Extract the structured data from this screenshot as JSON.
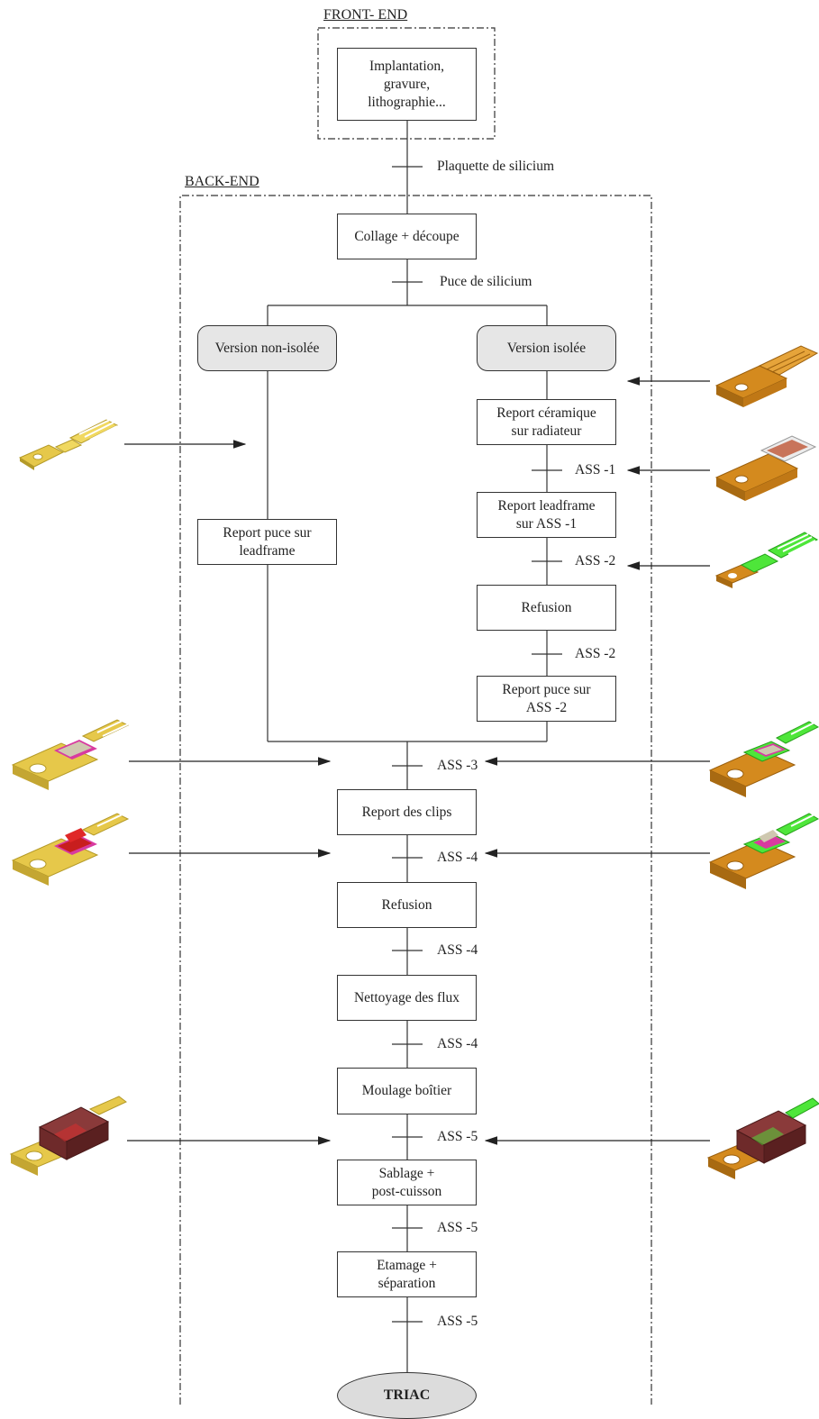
{
  "frames": {
    "front_end": "FRONT- END",
    "back_end": "BACK-END"
  },
  "steps": {
    "implant": "Implantation,\ngravure,\nlithographie...",
    "collage": "Collage + découpe",
    "non_isolee": "Version non-isolée",
    "isolee": "Version isolée",
    "report_ceramique": "Report céramique\nsur radiateur",
    "report_leadframe": "Report   leadframe\nsur  ASS -1",
    "refusion1": "Refusion",
    "report_puce_ass2": "Report puce sur\nASS -2",
    "report_puce_leadframe": "Report puce sur\nleadframe",
    "report_clips": "Report des clips",
    "refusion2": "Refusion",
    "nettoyage": "Nettoyage des flux",
    "moulage": "Moulage boîtier",
    "sablage": "Sablage +\npost-cuisson",
    "etamage": "Etamage +\nséparation",
    "triac": "TRIAC"
  },
  "labels": {
    "plaquette": "Plaquette de silicium",
    "puce": "Puce de silicium",
    "ass1": "ASS -1",
    "ass2_a": "ASS -2",
    "ass2_b": "ASS -2",
    "ass3": "ASS -3",
    "ass4_a": "ASS -4",
    "ass4_b": "ASS -4",
    "ass4_c": "ASS -4",
    "ass5_a": "ASS -5",
    "ass5_b": "ASS -5",
    "ass5_c": "ASS -5"
  },
  "colors": {
    "gold": "#e6c84a",
    "copper": "#d48a1e",
    "green": "#4ee63a",
    "pink": "#d83aa0",
    "red": "#c81e1e",
    "mold": "#6e2a2a"
  },
  "illustrations": [
    "leadframe-gold-icon",
    "radiator-copper-icon",
    "radiator-ceramic-icon",
    "leadframe-green-assembly-icon",
    "chip-on-leadframe-gold-icon",
    "chip-on-leadframe-green-icon",
    "clip-gold-assembly-icon",
    "clip-green-assembly-icon",
    "molded-package-gold-icon",
    "molded-package-green-icon"
  ]
}
